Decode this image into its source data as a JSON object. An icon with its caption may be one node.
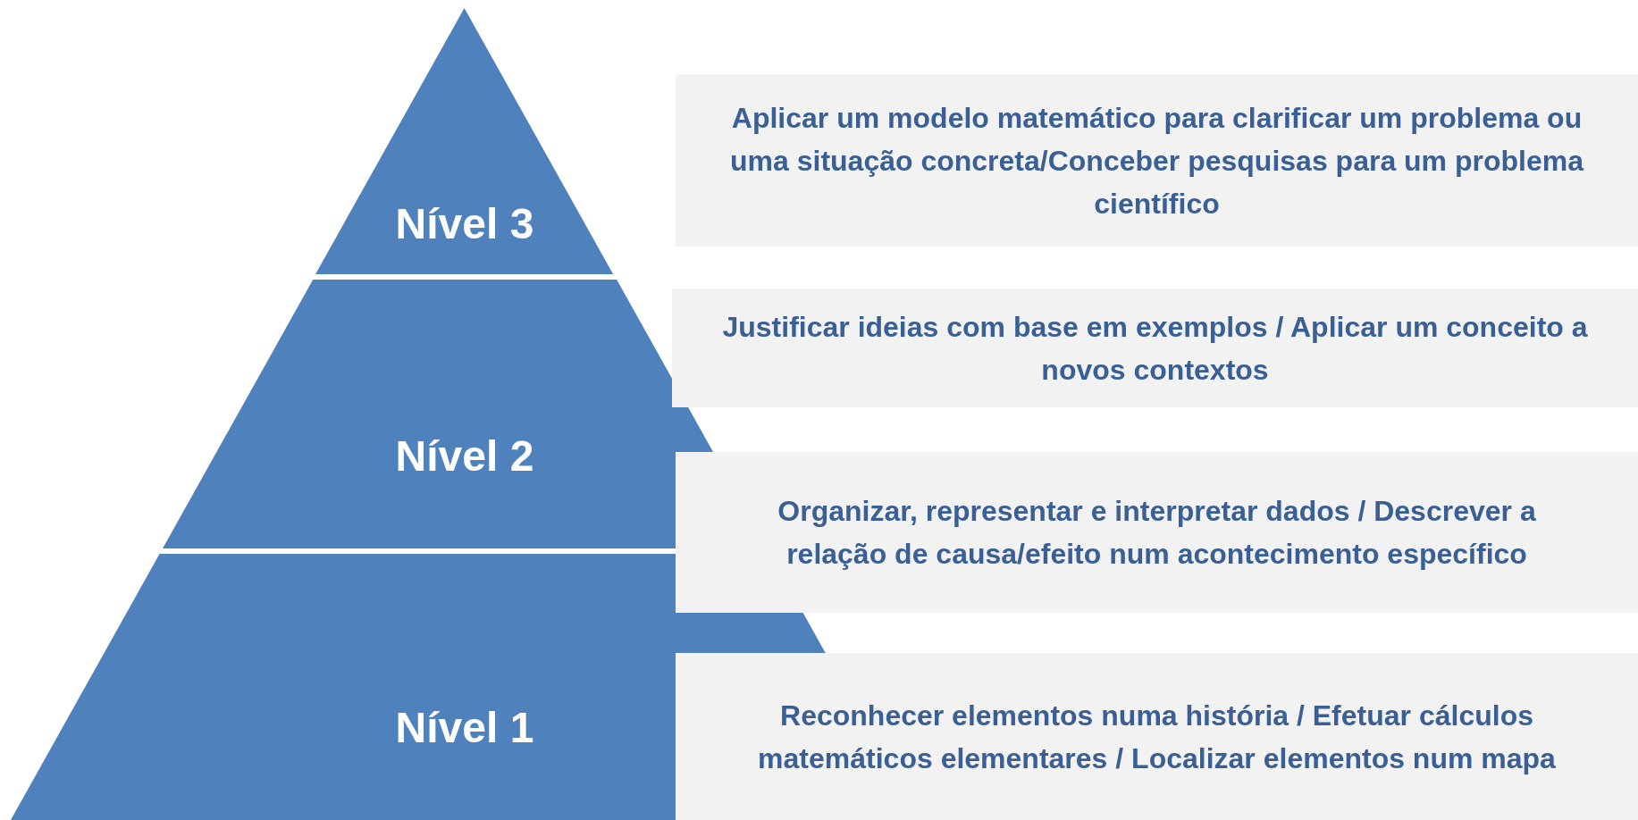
{
  "diagram": {
    "nodes": [
      {
        "text": [
          "Nível 3"
        ]
      },
      {
        "text": [
          "Nível 2"
        ]
      },
      {
        "text": [
          "Nível 1"
        ]
      },
      {
        "text": [
          "Aplicar um modelo matemático para clarificar um problema ou uma situação concreta/Conceber pesquisas para um problema científico"
        ]
      },
      {
        "text": [
          "Justificar ideias com base em exemplos / Aplicar um conceito a novos contextos"
        ]
      },
      {
        "text": [
          "Organizar, representar e interpretar dados / Descrever a relação de causa/efeito num acontecimento específico"
        ]
      },
      {
        "text": [
          "Reconhecer elementos numa história / Efetuar cálculos matemáticos elementares / Localizar elementos num mapa"
        ]
      }
    ]
  }
}
